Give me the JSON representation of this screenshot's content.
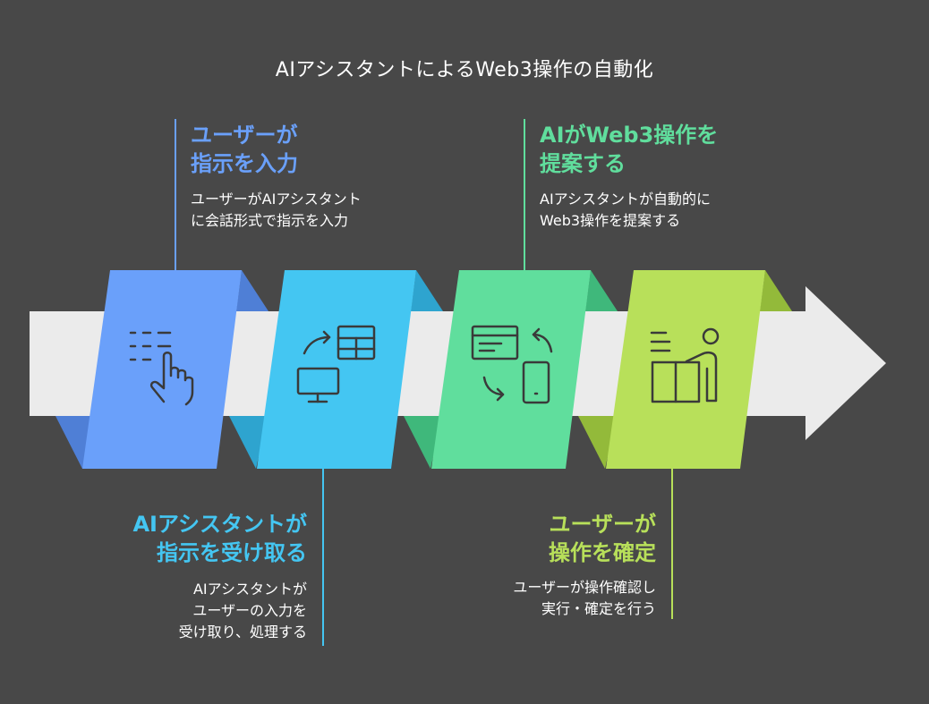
{
  "title": "AIアシスタントによるWeb3操作の自動化",
  "colors": {
    "background": "#484848",
    "arrow": "#ebebeb",
    "step1": "#6aa0fa",
    "step2": "#44c6f2",
    "step3": "#60de9d",
    "step4": "#b8e05a"
  },
  "steps": [
    {
      "heading": "ユーザーが\n指示を入力",
      "description": "ユーザーがAIアシスタント\nに会話形式で指示を入力",
      "icon": "touch-menu-icon"
    },
    {
      "heading": "AIアシスタントが\n指示を受け取る",
      "description": "AIアシスタントが\nユーザーの入力を\n受け取り、処理する",
      "icon": "computer-sync-icon"
    },
    {
      "heading": "AIがWeb3操作を\n提案する",
      "description": "AIアシスタントが自動的に\nWeb3操作を提案する",
      "icon": "device-exchange-icon"
    },
    {
      "heading": "ユーザーが\n操作を確定",
      "description": "ユーザーが操作確認し\n実行・確定を行う",
      "icon": "user-desk-icon"
    }
  ]
}
